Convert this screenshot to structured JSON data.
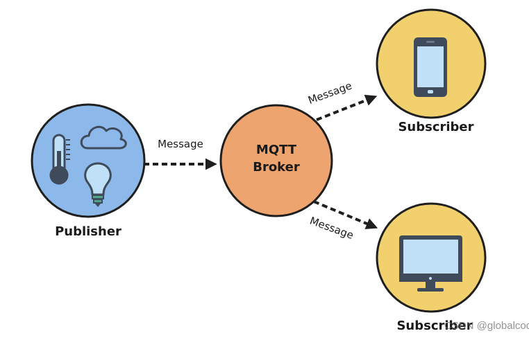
{
  "colors": {
    "publisher_fill": "#8db8ea",
    "broker_fill": "#eea46e",
    "subscriber_fill": "#f2d06e",
    "outline": "#1f1f1f",
    "arrow": "#1f1f1f",
    "icon_dark": "#3f4a5a",
    "icon_light": "#bfe0f6",
    "bulb_base": "#4fa889"
  },
  "nodes": {
    "publisher": {
      "label": "Publisher",
      "icons": [
        "thermometer-icon",
        "cloud-icon",
        "lightbulb-icon"
      ]
    },
    "broker": {
      "label_line1": "MQTT",
      "label_line2": "Broker"
    },
    "subscriber_phone": {
      "label": "Subscriber",
      "icon": "smartphone-icon"
    },
    "subscriber_desktop": {
      "label": "Subscriber",
      "icon": "desktop-monitor-icon"
    }
  },
  "edges": [
    {
      "from": "publisher",
      "to": "broker",
      "label": "Message"
    },
    {
      "from": "broker",
      "to": "subscriber_phone",
      "label": "Message"
    },
    {
      "from": "broker",
      "to": "subscriber_desktop",
      "label": "Message"
    }
  ],
  "watermark": "CSDN @globalcoding"
}
